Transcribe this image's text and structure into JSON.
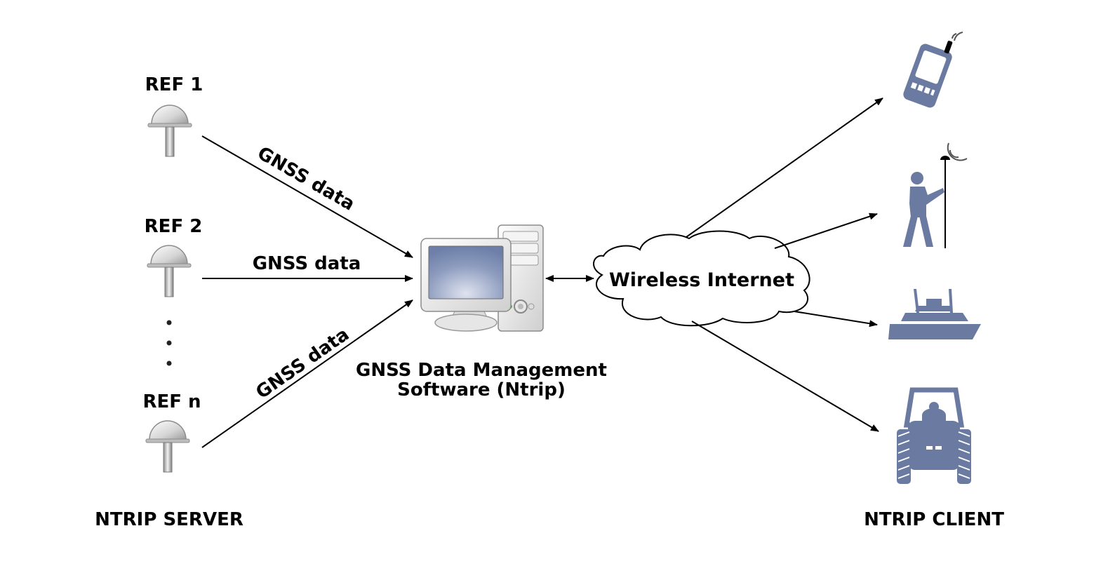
{
  "references": [
    {
      "label": "REF 1",
      "link_label": "GNSS data"
    },
    {
      "label": "REF 2",
      "link_label": "GNSS data"
    },
    {
      "label": "REF n",
      "link_label": "GNSS data"
    }
  ],
  "ellipsis": "• • •",
  "server": {
    "label_line1": "GNSS Data Management",
    "label_line2": "Software (Ntrip)"
  },
  "network": {
    "label": "Wireless Internet"
  },
  "clients": [
    {
      "icon": "mobile-phone-icon"
    },
    {
      "icon": "surveyor-with-rover-icon"
    },
    {
      "icon": "boat-icon"
    },
    {
      "icon": "tractor-icon"
    }
  ],
  "footer": {
    "server_label": "NTRIP SERVER",
    "client_label": "NTRIP CLIENT"
  },
  "colors": {
    "client_icon": "#6b7aa1",
    "screen": "#7d8db2",
    "line": "#000000"
  }
}
